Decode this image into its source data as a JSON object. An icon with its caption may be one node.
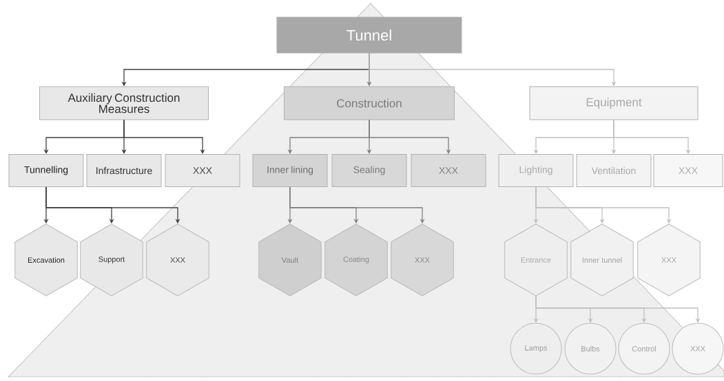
{
  "diagram": {
    "nodes": [
      {
        "text": [
          "Tunnel"
        ]
      },
      {
        "text": [
          "Auxiliary Construction Measures"
        ]
      },
      {
        "text": [
          "Construction"
        ]
      },
      {
        "text": [
          "Equipment"
        ]
      },
      {
        "text": [
          "Tunnelling"
        ]
      },
      {
        "text": [
          "Infrastructure"
        ]
      },
      {
        "text": [
          "XXX"
        ]
      },
      {
        "text": [
          "Inner lining"
        ]
      },
      {
        "text": [
          "Sealing"
        ]
      },
      {
        "text": [
          "XXX"
        ]
      },
      {
        "text": [
          "Lighting"
        ]
      },
      {
        "text": [
          "Ventilation"
        ]
      },
      {
        "text": [
          "XXX"
        ]
      },
      {
        "text": [
          "Excavation"
        ]
      },
      {
        "text": [
          "Support"
        ]
      },
      {
        "text": [
          "XXX"
        ]
      },
      {
        "text": [
          "Vault"
        ]
      },
      {
        "text": [
          "Coating"
        ]
      },
      {
        "text": [
          "XXX"
        ]
      },
      {
        "text": [
          "Entrance"
        ]
      },
      {
        "text": [
          "Inner tunnel"
        ]
      },
      {
        "text": [
          "XXX"
        ]
      },
      {
        "text": [
          "Lamps"
        ]
      },
      {
        "text": [
          "Bulbs"
        ]
      },
      {
        "text": [
          "Control"
        ]
      },
      {
        "text": [
          "XXX"
        ]
      }
    ],
    "edges": [
      {
        "from": 0,
        "to": 1,
        "arrow": "to",
        "color": "#404040"
      },
      {
        "from": 0,
        "to": 2,
        "arrow": "to",
        "color": "#808080"
      },
      {
        "from": 0,
        "to": 3,
        "arrow": "to"
      },
      {
        "from": 1,
        "to": 4,
        "arrow": "to",
        "color": "#404040"
      },
      {
        "from": 1,
        "to": 5,
        "arrow": "to",
        "color": "#404040"
      },
      {
        "from": 1,
        "to": 6,
        "arrow": "to",
        "color": "#404040"
      },
      {
        "from": 2,
        "to": 7,
        "arrow": "to",
        "color": "#808080"
      },
      {
        "from": 2,
        "to": 8,
        "arrow": "to",
        "color": "#808080"
      },
      {
        "from": 2,
        "to": 9,
        "arrow": "to",
        "color": "#808080"
      },
      {
        "from": 3,
        "to": 10,
        "arrow": "to"
      },
      {
        "from": 3,
        "to": 11,
        "arrow": "to"
      },
      {
        "from": 3,
        "to": 12,
        "arrow": "to"
      },
      {
        "from": 4,
        "to": 13,
        "arrow": "to",
        "color": "#404040"
      },
      {
        "from": 4,
        "to": 14,
        "arrow": "to",
        "color": "#404040"
      },
      {
        "from": 4,
        "to": 15,
        "arrow": "to",
        "color": "#404040"
      },
      {
        "from": 7,
        "to": 16,
        "arrow": "to",
        "color": "#808080"
      },
      {
        "from": 7,
        "to": 17,
        "arrow": "to",
        "color": "#808080"
      },
      {
        "from": 7,
        "to": 18,
        "arrow": "to",
        "color": "#808080"
      },
      {
        "from": 10,
        "to": 19,
        "arrow": "to"
      },
      {
        "from": 10,
        "to": 20,
        "arrow": "to"
      },
      {
        "from": 10,
        "to": 21,
        "arrow": "to"
      },
      {
        "from": 19,
        "to": 22,
        "arrow": "to"
      },
      {
        "from": 19,
        "to": 23,
        "arrow": "to"
      },
      {
        "from": 19,
        "to": 24,
        "arrow": "to"
      },
      {
        "from": 19,
        "to": 25,
        "arrow": "to"
      }
    ]
  }
}
